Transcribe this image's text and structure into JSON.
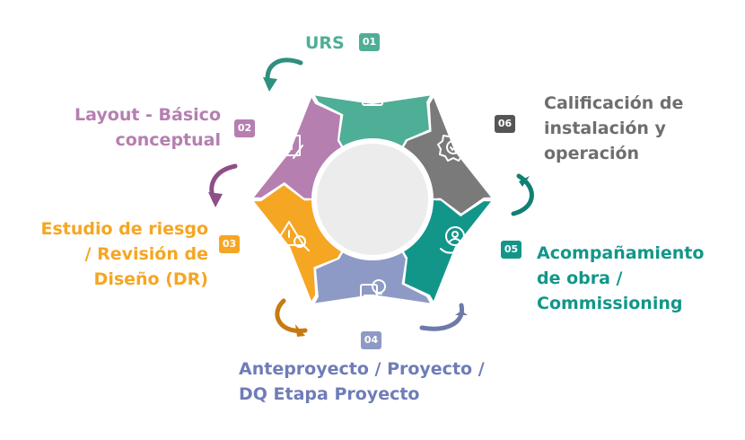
{
  "steps": [
    {
      "num": "01",
      "color": "#4fae96",
      "lines": [
        "URS"
      ]
    },
    {
      "num": "02",
      "color": "#b57fb0",
      "lines": [
        "Layout - Básico",
        "conceptual"
      ]
    },
    {
      "num": "03",
      "color": "#f5a623",
      "lines": [
        "Estudio de riesgo",
        "/ Revisión de",
        "Diseño (DR)"
      ]
    },
    {
      "num": "04",
      "color": "#8e9ac6",
      "lines": [
        "Anteproyecto / Proyecto  /",
        "DQ Etapa Proyecto"
      ]
    },
    {
      "num": "05",
      "color": "#13968a",
      "lines": [
        "Acompañamiento",
        "de obra /",
        "Commissioning"
      ]
    },
    {
      "num": "06",
      "color": "#7a7a7a",
      "lines": [
        "Calificación de",
        "instalación y",
        "operación"
      ]
    }
  ],
  "icons": [
    "checklist-icon",
    "blueprint-icon",
    "risk-search-icon",
    "document-idea-icon",
    "handshake-group-icon",
    "quality-badge-icon"
  ],
  "center_color": "#ececec"
}
